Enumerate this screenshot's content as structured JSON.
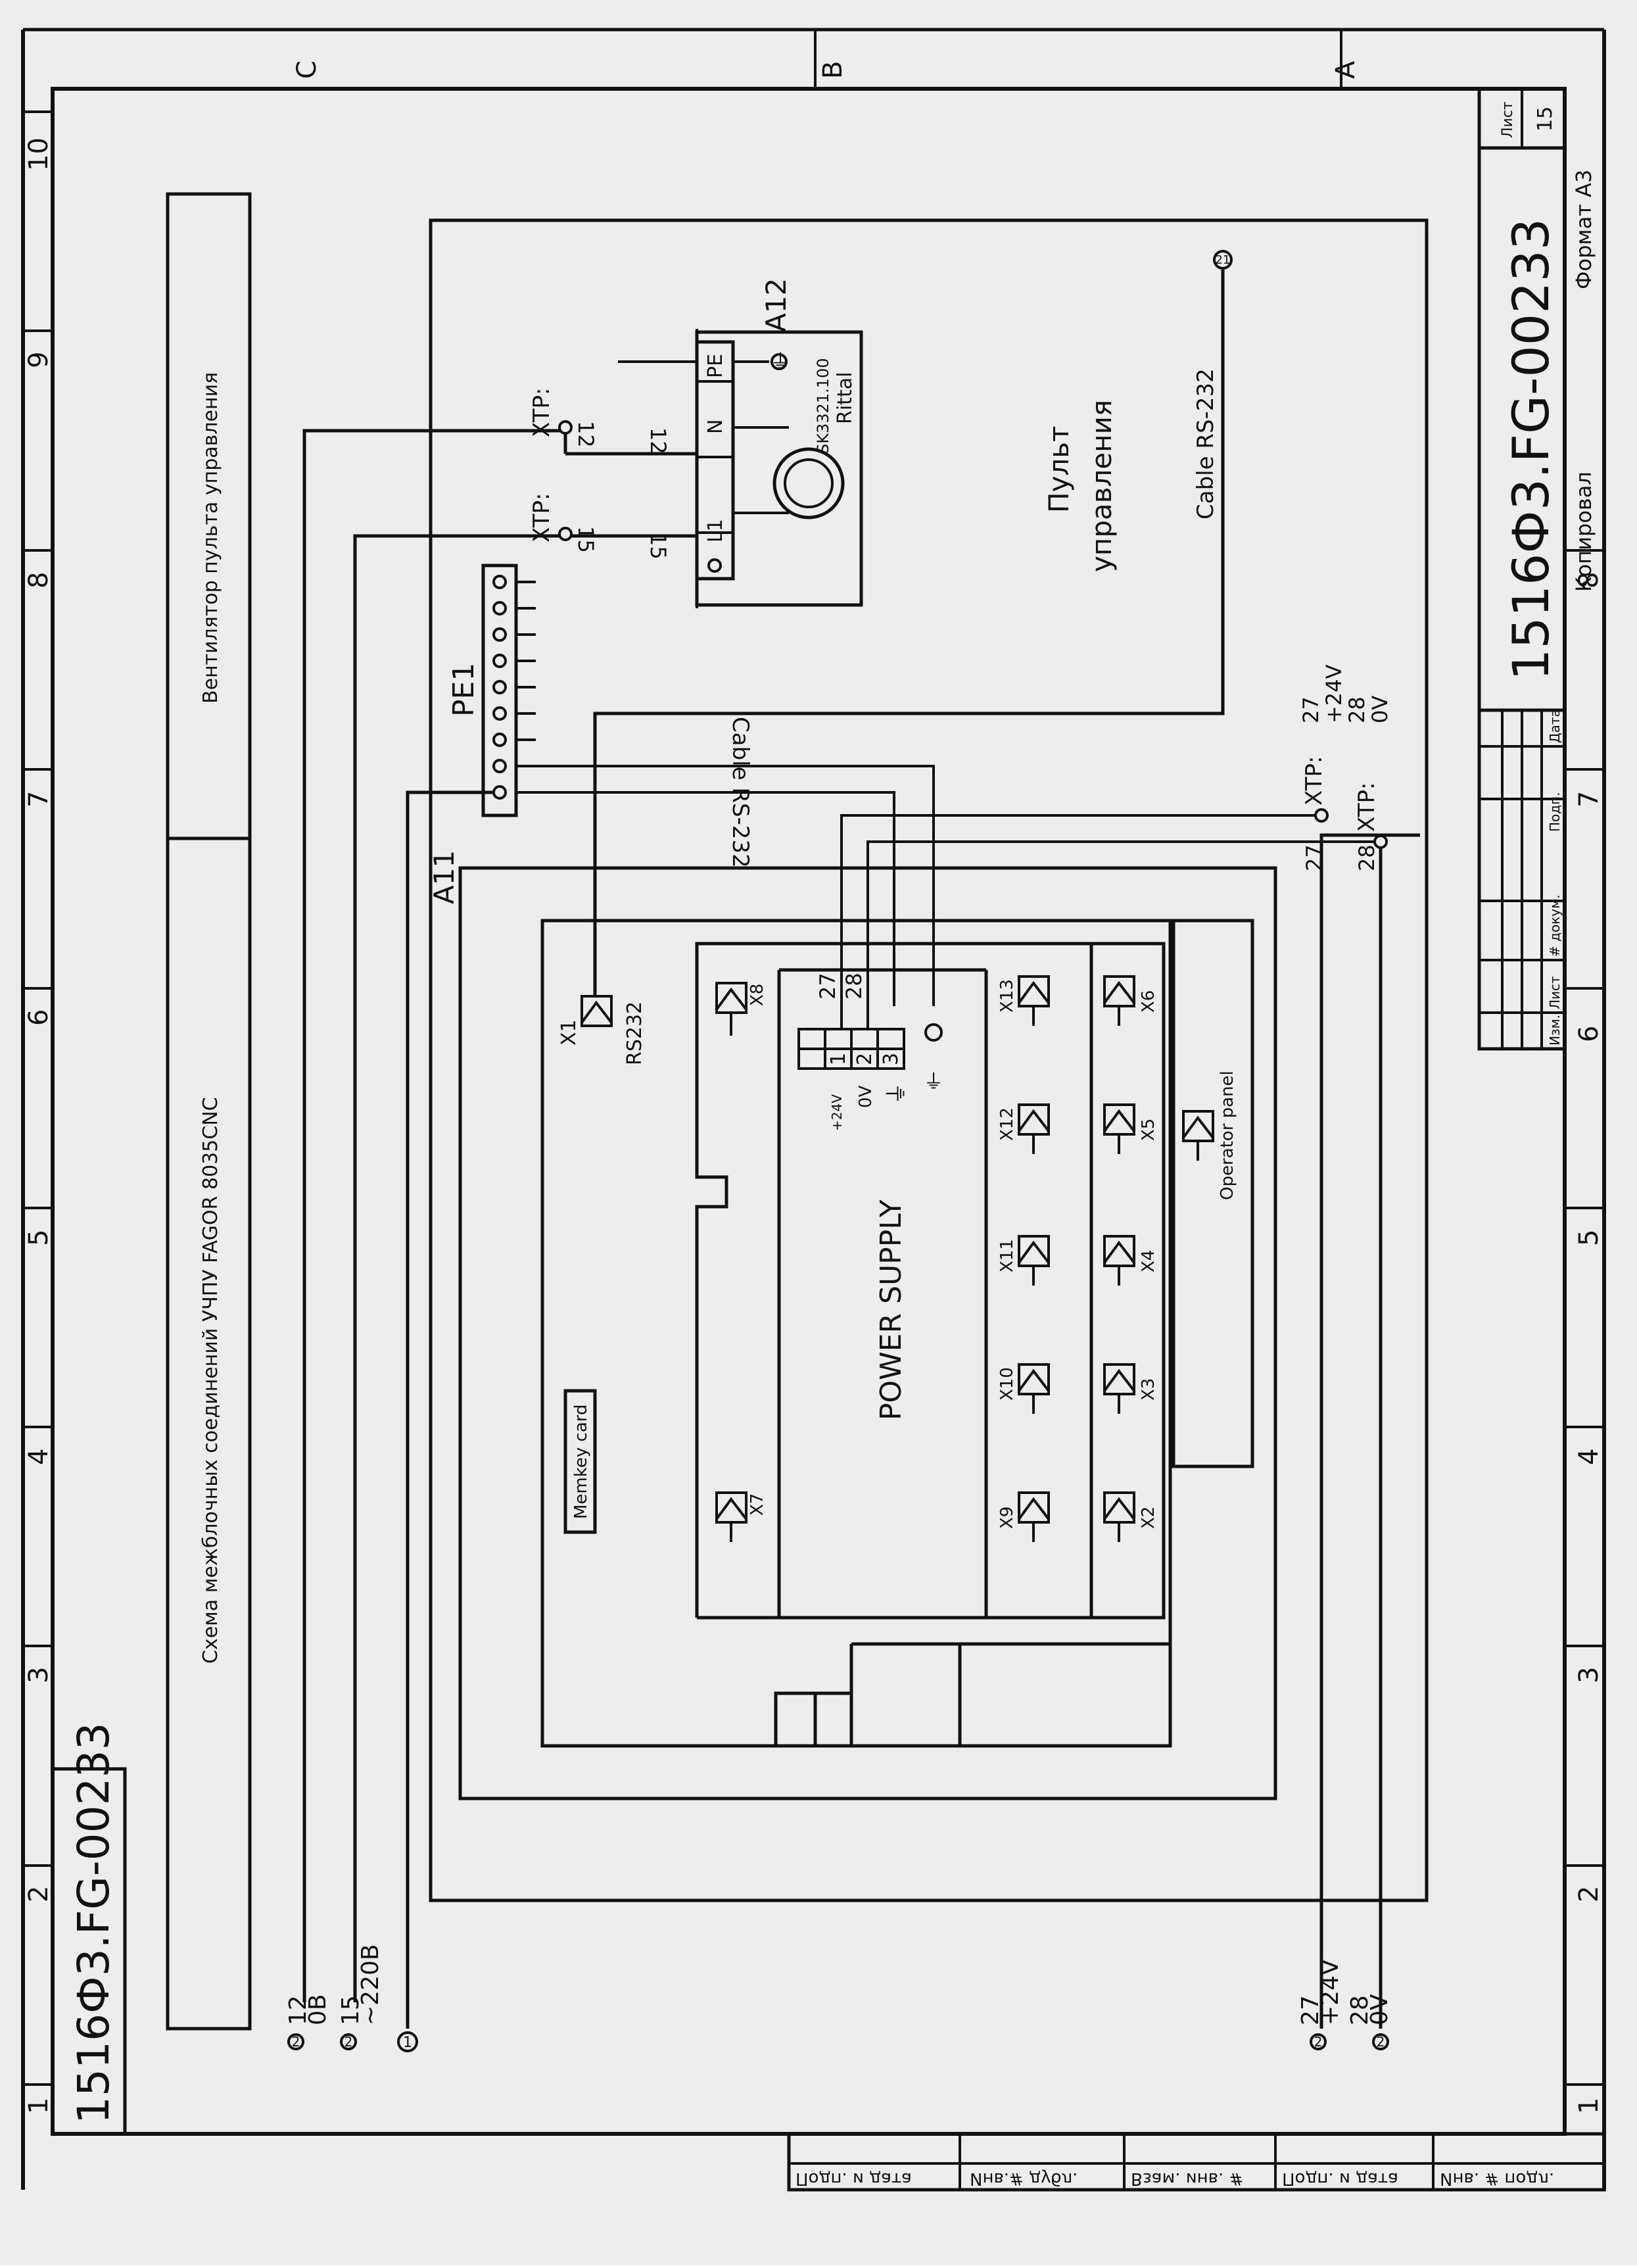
{
  "colors": {
    "paper": "#ededed",
    "ink": "#111111"
  },
  "frame": {
    "zone_numbers": [
      "1",
      "2",
      "3",
      "4",
      "5",
      "6",
      "7",
      "8",
      "9",
      "10"
    ],
    "zone_letters": [
      "C",
      "B",
      "A"
    ],
    "doc_number_stamp": "1516Ф3.FG-00233"
  },
  "title_bar": {
    "title": "Схема межблочных соединений УЧПУ FAGOR 8035CNC",
    "subtitle": "Вентилятор пульта управления"
  },
  "left_terminals": {
    "sig_12": "12",
    "sig_0v": "0В",
    "sig_15": "15",
    "sig_220": "~220В",
    "sheet_ref_2": "2",
    "sheet_ref_1": "1"
  },
  "bottom_terminals": {
    "sig_27": "27",
    "sig_24v": "+24V",
    "sig_28": "28",
    "sig_0v": "0V",
    "sheet_ref_2": "2"
  },
  "pe1": {
    "label": "PE1"
  },
  "a12": {
    "label": "A12",
    "fan_model": "SK3321.100",
    "fan_brand": "Rittal",
    "pins": [
      "L1",
      "N",
      "PE"
    ],
    "wire_15": "15",
    "wire_12": "12",
    "xtp_label": "XTP:"
  },
  "console": {
    "title_line1": "Пульт",
    "title_line2": "управления",
    "cable_label": "Cable RS-232",
    "cable_label_mirrored": "Cable RS-232",
    "sheet_ref": "21"
  },
  "a11": {
    "label": "A11",
    "x1_label": "X1",
    "rs232_label": "RS232",
    "x8_label": "X8",
    "x7_label": "X7",
    "memkey_label": "Memkey card",
    "power_supply_label": "POWER SUPPLY",
    "terminal_pins": [
      "1",
      "2",
      "3"
    ],
    "terminal_wires": [
      "27",
      "28"
    ],
    "plus24v_label": "+24V",
    "zero_v_label": "0V",
    "operator_panel_label": "Operator panel",
    "connectors_row1": [
      "X9",
      "X10",
      "X11",
      "X12",
      "X13"
    ],
    "connectors_row2": [
      "X2",
      "X3",
      "X4",
      "X5",
      "X6"
    ]
  },
  "xtp_right": {
    "xtp_label": "XTP:",
    "wire_27": "27",
    "wire_28": "28",
    "sig_27": "27",
    "sig_24v": "+24V",
    "sig_28": "28",
    "sig_0v": "0V"
  },
  "title_block": {
    "doc_number": "1516Ф3.FG-00233",
    "sheet_header": "Лист",
    "sheet_number": "15",
    "copied_label": "Копировал",
    "format_label": "Формат А3",
    "header_cells": [
      "Изм.",
      "Лист",
      "# докум.",
      "Подп.",
      "Дата"
    ]
  },
  "side_stamps": [
    "Подп. и дата",
    "Инв.# дубл.",
    "Взам. инв. #",
    "Подп. и дата",
    "Инв. # подл."
  ]
}
